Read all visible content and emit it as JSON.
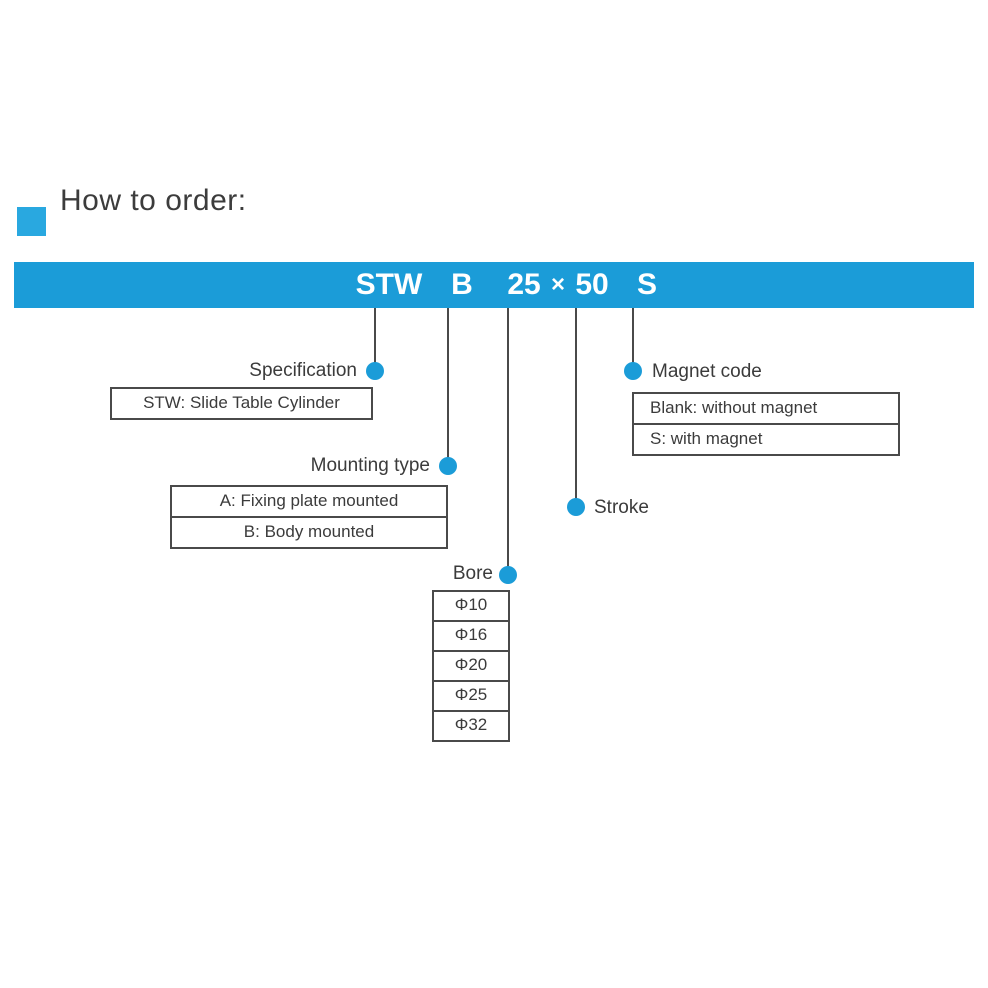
{
  "heading": {
    "text": "How to order:"
  },
  "order_code": {
    "series": "STW",
    "mounting": "B",
    "bore": "25",
    "times": "×",
    "stroke": "50",
    "magnet": "S"
  },
  "callouts": {
    "specification": {
      "label": "Specification",
      "rows": [
        "STW: Slide Table Cylinder"
      ]
    },
    "mounting_type": {
      "label": "Mounting type",
      "rows": [
        "A: Fixing plate mounted",
        "B: Body mounted"
      ]
    },
    "bore": {
      "label": "Bore",
      "rows": [
        "Φ10",
        "Φ16",
        "Φ20",
        "Φ25",
        "Φ32"
      ]
    },
    "stroke": {
      "label": "Stroke"
    },
    "magnet_code": {
      "label": "Magnet code",
      "rows": [
        "Blank: without magnet",
        "S: with magnet"
      ]
    }
  },
  "colors": {
    "accent": "#1b9cd8",
    "text": "#3b3b3b"
  }
}
